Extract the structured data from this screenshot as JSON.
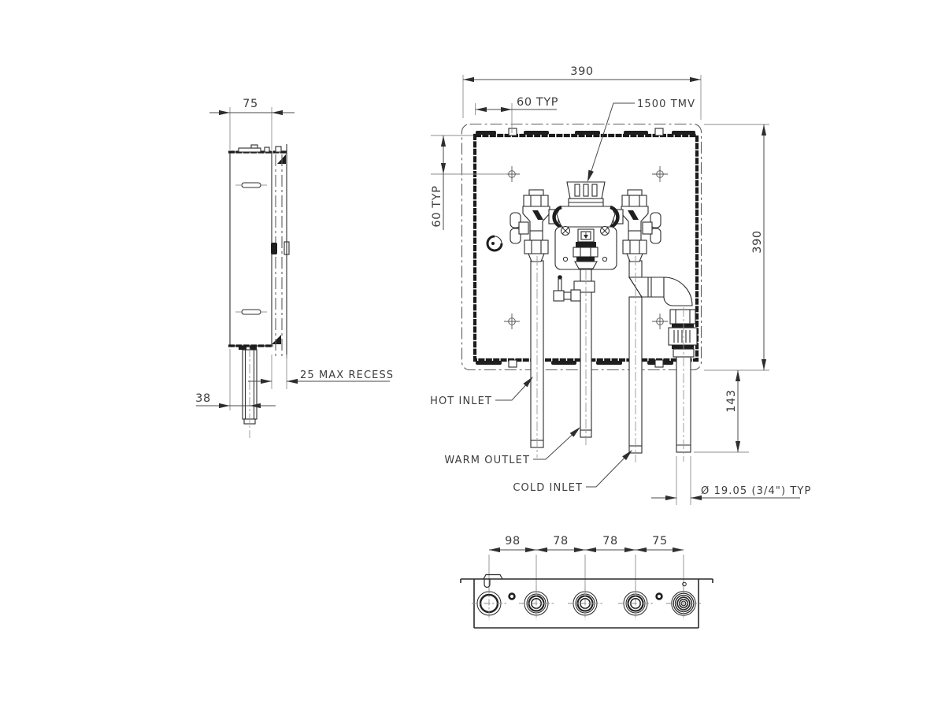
{
  "labels": {
    "tmv": "1500 TMV",
    "hot_inlet": "HOT INLET",
    "warm_outlet": "WARM OUTLET",
    "cold_inlet": "COLD INLET"
  },
  "dims": {
    "front": {
      "width": "390",
      "height": "390",
      "hole_offset_h": "60 TYP",
      "hole_offset_v": "60 TYP",
      "pipe_extension": "143",
      "pipe_diameter": "Ø 19.05 (3/4\") TYP"
    },
    "side": {
      "depth": "75",
      "max_recess": "25 MAX RECESS",
      "pipe_offset": "38"
    },
    "bottom": {
      "spacings": [
        "98",
        "78",
        "78",
        "75"
      ]
    }
  }
}
